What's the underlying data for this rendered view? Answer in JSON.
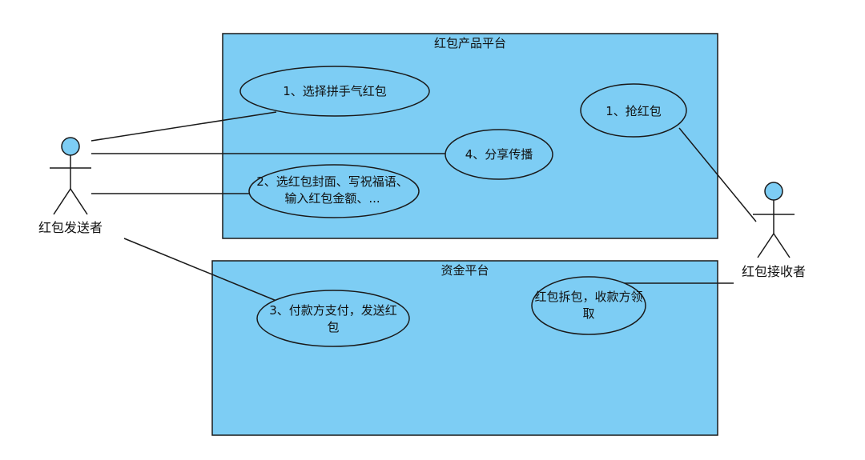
{
  "systems": [
    {
      "id": "product",
      "title": "红包产品平台"
    },
    {
      "id": "funds",
      "title": "资金平台"
    }
  ],
  "actors": [
    {
      "id": "sender",
      "name": "红包发送者"
    },
    {
      "id": "receiver",
      "name": "红包接收者"
    }
  ],
  "use_cases": [
    {
      "id": "uc-select",
      "text": "1、选择拼手气红包"
    },
    {
      "id": "uc-share",
      "text": "4、分享传播"
    },
    {
      "id": "uc-cover",
      "text": "2、选红包封面、写祝福语、输入红包金额、..."
    },
    {
      "id": "uc-grab",
      "text": "1、抢红包"
    },
    {
      "id": "uc-pay",
      "text": "3、付款方支付，发送红包"
    },
    {
      "id": "uc-open",
      "text": "红包拆包，收款方领取"
    }
  ],
  "colors": {
    "box_fill": "#7dcdf4",
    "stroke": "#1a1a1a",
    "actor_head": "#7dcdf4"
  }
}
